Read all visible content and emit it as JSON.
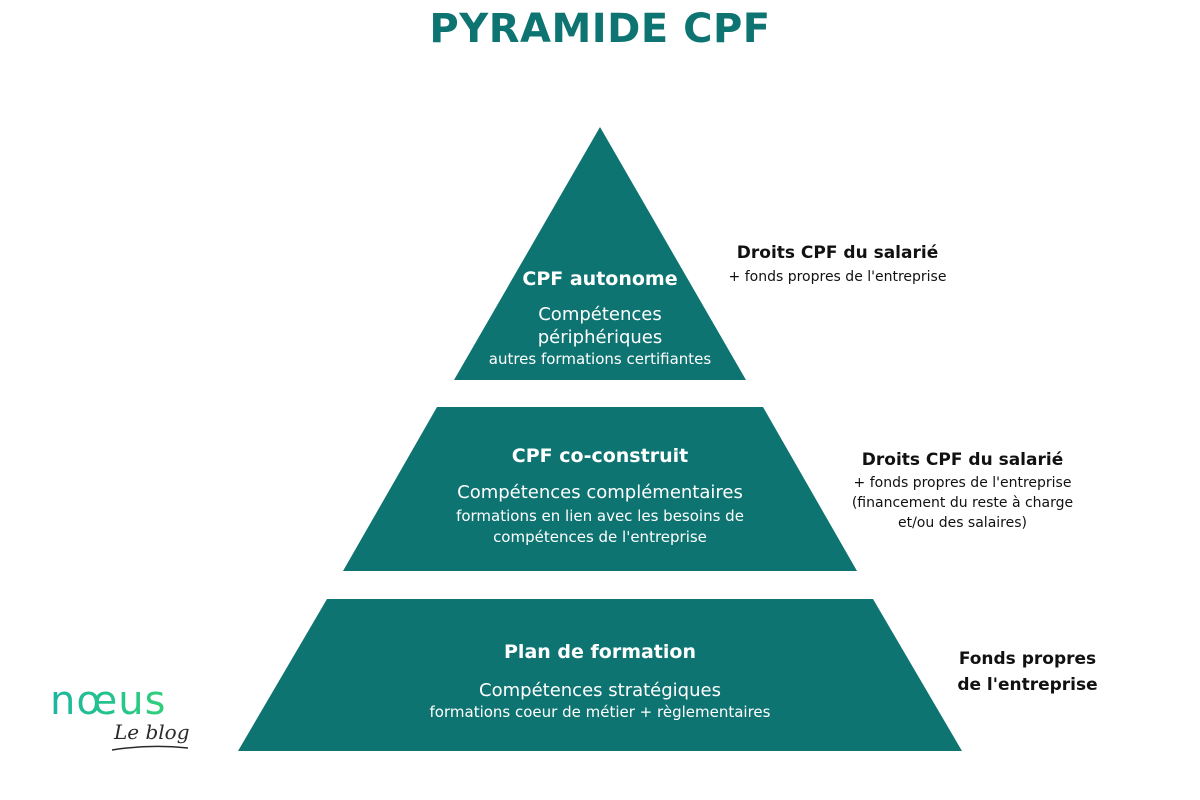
{
  "title": "PYRAMIDE CPF",
  "colors": {
    "tier_fill": "#0e7472",
    "title": "#0e7472",
    "logo_gradient_start": "#1bb5a1",
    "logo_gradient_end": "#2fd07a"
  },
  "tiers": [
    {
      "title": "CPF autonome",
      "subtitle_lines": [
        "Compétences",
        "périphériques"
      ],
      "description": "autres formations certifiantes",
      "side": {
        "main": "Droits CPF du salarié",
        "lines": [
          "+ fonds propres de l'entreprise"
        ]
      }
    },
    {
      "title": "CPF co-construit",
      "subtitle_lines": [
        "Compétences complémentaires"
      ],
      "description_lines": [
        "formations en lien avec les besoins de",
        "compétences de l'entreprise"
      ],
      "side": {
        "main": "Droits CPF du salarié",
        "lines": [
          "+ fonds propres de l'entreprise",
          "(financement du reste à charge",
          "et/ou des salaires)"
        ]
      }
    },
    {
      "title": "Plan de formation",
      "subtitle_lines": [
        "Compétences stratégiques"
      ],
      "description": "formations coeur de métier + règlementaires",
      "side": {
        "main_lines": [
          "Fonds propres",
          "de l'entreprise"
        ]
      }
    }
  ],
  "logo": {
    "word": "nœus",
    "sub": "Le blog"
  }
}
